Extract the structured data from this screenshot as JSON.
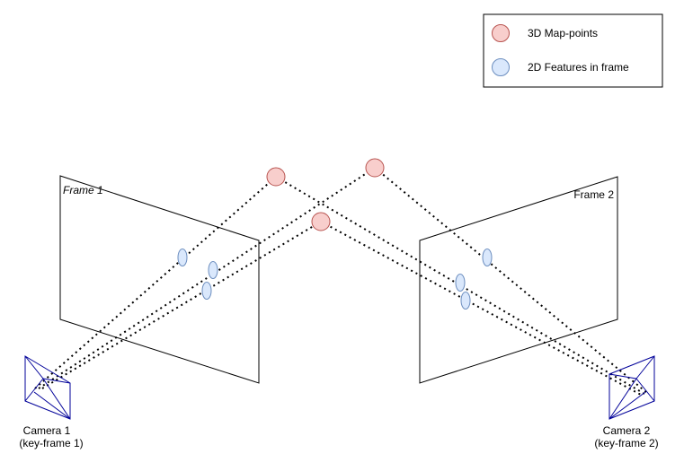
{
  "legend": {
    "map_points_label": "3D Map-points",
    "features_label": "2D Features in frame"
  },
  "frames": {
    "frame1_title": "Frame 1",
    "frame2_title": "Frame 2"
  },
  "cameras": {
    "camera1_line1": "Camera 1",
    "camera1_line2": "(key-frame 1)",
    "camera2_line1": "Camera 2",
    "camera2_line2": "(key-frame 2)"
  },
  "colors": {
    "map_point_fill": "#f8cecc",
    "map_point_stroke": "#b85450",
    "feature_fill": "#dae8fc",
    "feature_stroke": "#6c8ebf",
    "camera_stroke": "#000099",
    "line": "#000000"
  }
}
